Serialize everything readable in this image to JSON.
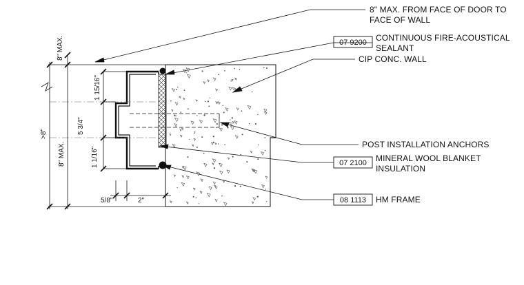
{
  "notes": {
    "max_from_face_line1": "8\" MAX. FROM FACE OF DOOR TO",
    "max_from_face_line2": "FACE OF WALL",
    "sealant_tag": "07 9200",
    "sealant_line1": "CONTINUOUS FIRE-ACOUSTICAL",
    "sealant_line2": "SEALANT",
    "wall": "CIP CONC. WALL",
    "anchors": "POST INSTALLATION ANCHORS",
    "insulation_tag": "07 2100",
    "insulation_line1": "MINERAL WOOL BLANKET",
    "insulation_line2": "INSULATION",
    "frame_tag": "08 1113",
    "frame": "HM FRAME"
  },
  "dimensions": {
    "eight_max_top": "8\" MAX.",
    "one_15_16": "1 15/16\"",
    "five_3_4": "5 3/4\"",
    "gt_8": ">8\"",
    "eight_max_side": "8\" MAX.",
    "one_1_16": "1 1/16\"",
    "five_eighths": "5/8\"",
    "two_inch": "2\""
  },
  "colors": {
    "line": "#111111",
    "hatch": "#333333",
    "concrete_speck": "#555555"
  }
}
